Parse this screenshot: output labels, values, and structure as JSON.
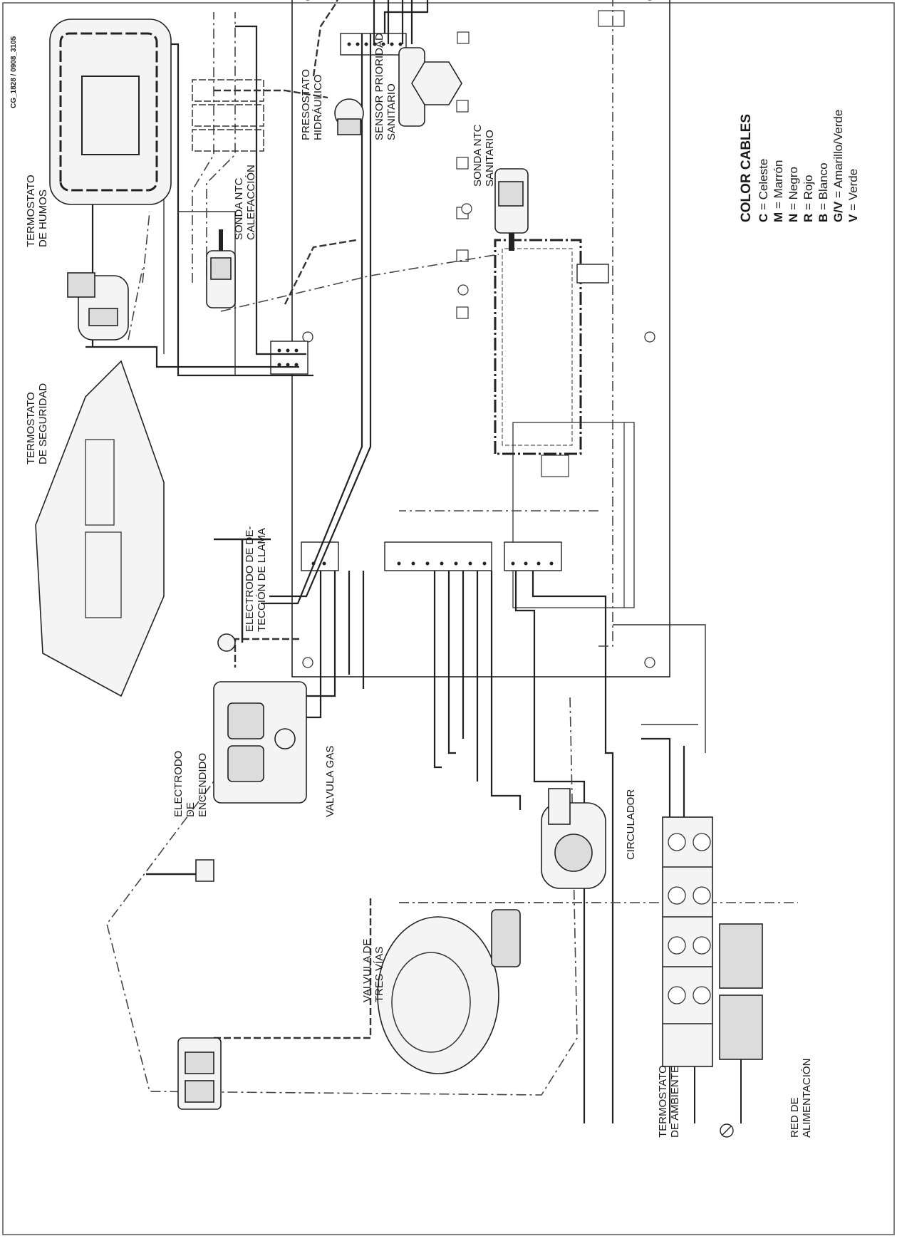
{
  "document": {
    "reference_code": "CG_1828 / 0908_3105"
  },
  "labels": {
    "termostato_humos": [
      "TERMOSTATO",
      "DE HUMOS"
    ],
    "termostato_seguridad": [
      "TERMOSTATO",
      "DE SEGURIDAD"
    ],
    "sonda_ntc_calefaccion": [
      "SONDA NTC",
      "CALEFACCIÓN"
    ],
    "presostato_hidraulico": [
      "PRESOSTATO",
      "HIDRÁULICO"
    ],
    "sensor_prioridad_sanitario": [
      "SENSOR PRIORIDAD",
      "SANITARIO"
    ],
    "sonda_ntc_sanitario": [
      "SONDA NTC",
      "SANITARIO"
    ],
    "electrodo_deteccion": [
      "ELECTRODO DE DE-",
      "TECCIÓN DE LLAMA"
    ],
    "electrodo_encendido": [
      "ELECTRODO",
      "DE",
      "ENCENDIDO"
    ],
    "valvula_gas": [
      "VALVULA GAS"
    ],
    "valvula_tres_vias": [
      "VALVULA DE",
      "TRES VÍAS"
    ],
    "circulador": [
      "CIRCULADOR"
    ],
    "termostato_ambiente": [
      "TERMOSTATO",
      "DE AMBIENTE"
    ],
    "red_alimentacion": [
      "RED DE",
      "ALIMENTACIÓN"
    ]
  },
  "legend": {
    "title": "COLOR CABLES",
    "entries": [
      {
        "code": "C",
        "text": " = Celeste"
      },
      {
        "code": "M",
        "text": " = Marrón"
      },
      {
        "code": "N",
        "text": " = Negro"
      },
      {
        "code": "R",
        "text": " = Rojo"
      },
      {
        "code": "B",
        "text": " = Blanco"
      },
      {
        "code": "G/V",
        "text": " = Amarillo/Verde"
      },
      {
        "code": "V",
        "text": " = Verde"
      }
    ]
  }
}
